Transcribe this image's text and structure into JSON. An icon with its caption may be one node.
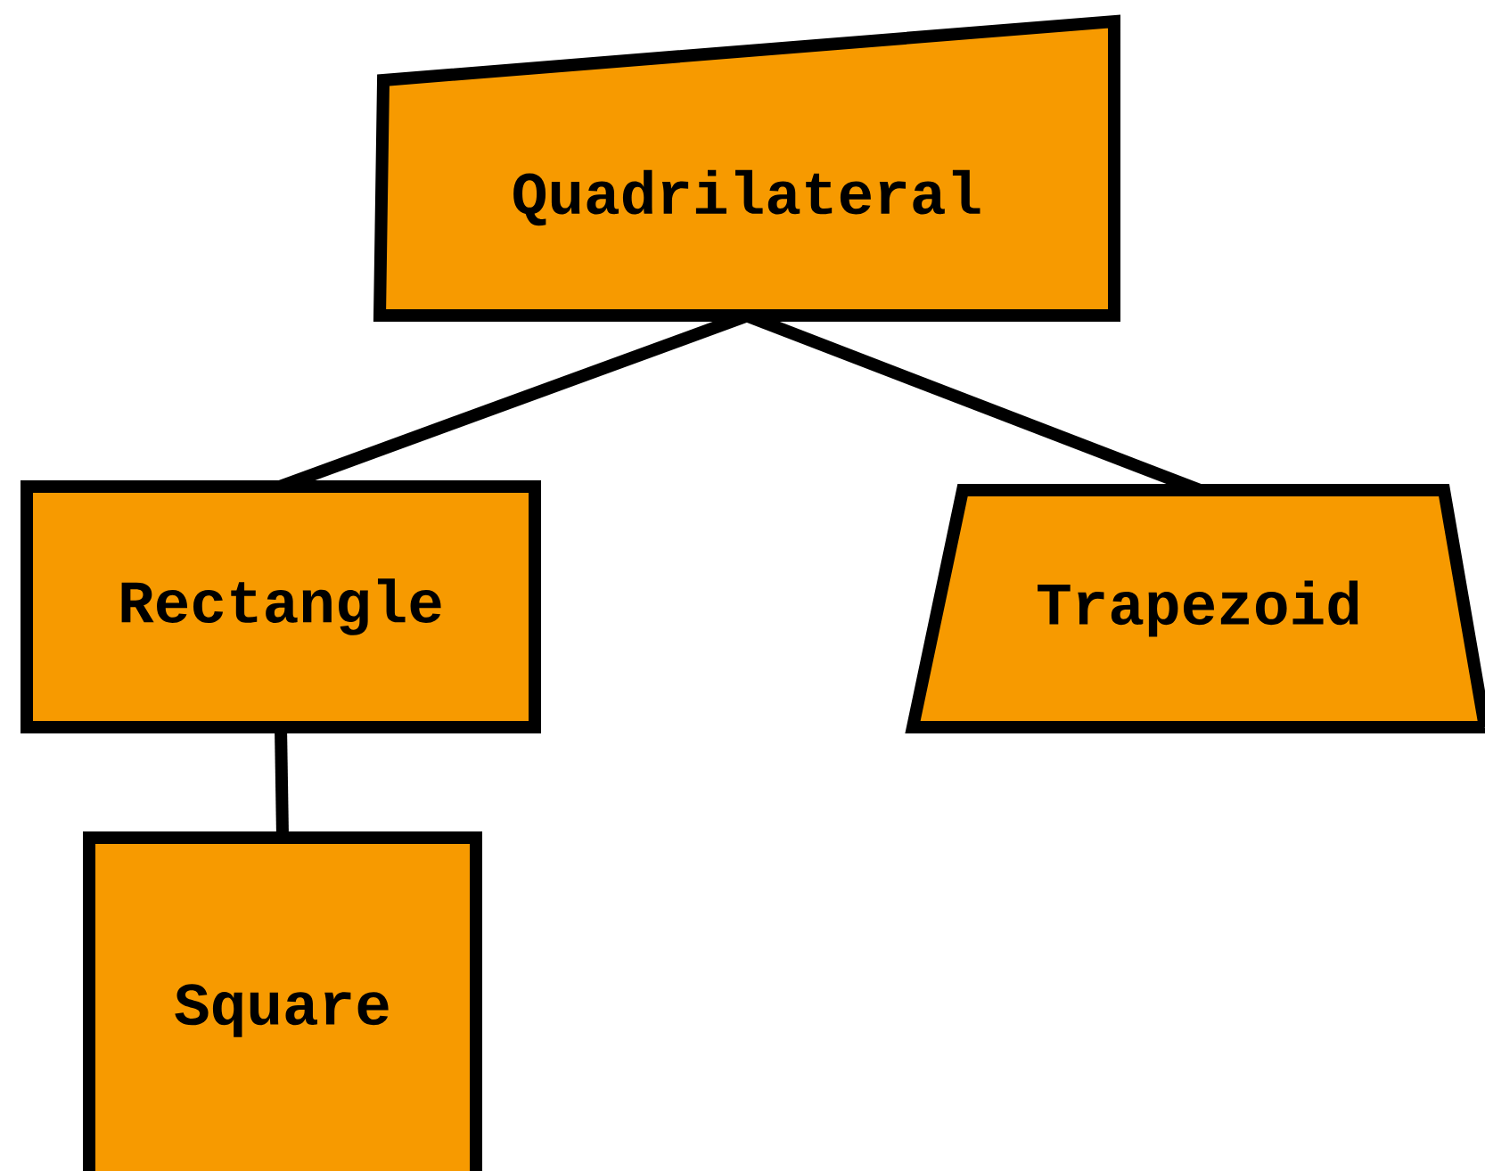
{
  "diagram": {
    "nodes": [
      {
        "text": [
          "Quadrilateral"
        ]
      },
      {
        "text": [
          "Rectangle"
        ]
      },
      {
        "text": [
          "Trapezoid"
        ]
      },
      {
        "text": [
          "Square"
        ]
      }
    ],
    "edges": [
      {
        "from": 0,
        "to": 1,
        "arrow": "none"
      },
      {
        "from": 0,
        "to": 2,
        "arrow": "none"
      },
      {
        "from": 1,
        "to": 3,
        "arrow": "none"
      }
    ]
  }
}
